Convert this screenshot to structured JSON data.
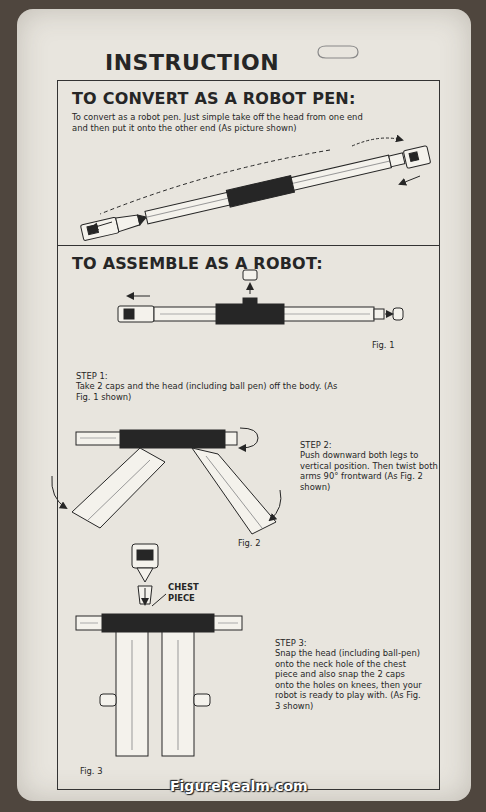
{
  "diagram": {
    "title": "INSTRUCTION",
    "nodes": [
      {
        "text": [
          "TO CONVERT AS A ROBOT PEN:",
          "To convert as a robot pen. Just simple take off the head from one end and then put it onto the other end (As picture shown)"
        ]
      },
      {
        "text": [
          "TO ASSEMBLE AS A ROBOT:"
        ]
      }
    ],
    "labels": [
      "Fig. 1",
      "STEP 1:",
      "Take 2 caps and the head (including ball pen) off the body. (As Fig. 1 shown)",
      "STEP 2:",
      "Push downward both legs to vertical position. Then twist both arms 90° frontward (As Fig. 2 shown)",
      "Fig. 2",
      "CHEST PIECE",
      "STEP 3:",
      "Snap the head (including ball-pen) onto the neck hole of the chest piece and also snap the 2 caps onto the holes on knees, then your robot is ready to play with. (As Fig. 3 shown)",
      "Fig. 3",
      "FigureRealm.com"
    ]
  }
}
